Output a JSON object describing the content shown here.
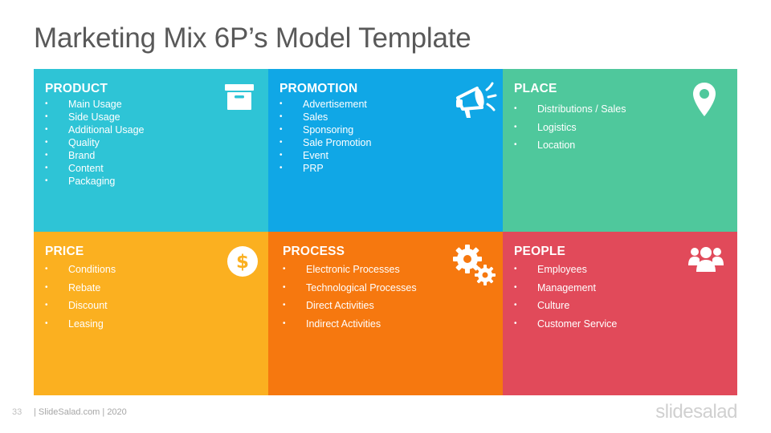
{
  "title": "Marketing Mix 6P’s Model Template",
  "colors": {
    "product": "#2ec4d6",
    "promotion": "#10a7e6",
    "place": "#4fc89c",
    "price": "#fbb020",
    "process": "#f6780f",
    "people": "#e14a5a"
  },
  "tiles": {
    "product": {
      "heading": "PRODUCT",
      "icon": "archive-box-icon",
      "items": [
        "Main Usage",
        "Side Usage",
        "Additional  Usage",
        "Quality",
        "Brand",
        "Content",
        "Packaging"
      ]
    },
    "promotion": {
      "heading": "PROMOTION",
      "icon": "megaphone-icon",
      "items": [
        "Advertisement",
        "Sales",
        "Sponsoring",
        "Sale Promotion",
        "Event",
        "PRP"
      ]
    },
    "place": {
      "heading": "PLACE",
      "icon": "location-pin-icon",
      "items": [
        "Distributions  / Sales",
        "Logistics",
        "Location"
      ]
    },
    "price": {
      "heading": "PRICE",
      "icon": "dollar-coin-icon",
      "items": [
        "Conditions",
        "Rebate",
        "Discount",
        "Leasing"
      ]
    },
    "process": {
      "heading": "PROCESS",
      "icon": "gears-icon",
      "items": [
        "Electronic Processes",
        "Technological  Processes",
        "Direct Activities",
        "Indirect Activities"
      ]
    },
    "people": {
      "heading": "PEOPLE",
      "icon": "people-group-icon",
      "items": [
        "Employees",
        "Management",
        "Culture",
        "Customer Service"
      ]
    }
  },
  "footer": {
    "page_number": "33",
    "source": "| SlideSalad.com | 2020",
    "brand": "slidesalad"
  }
}
